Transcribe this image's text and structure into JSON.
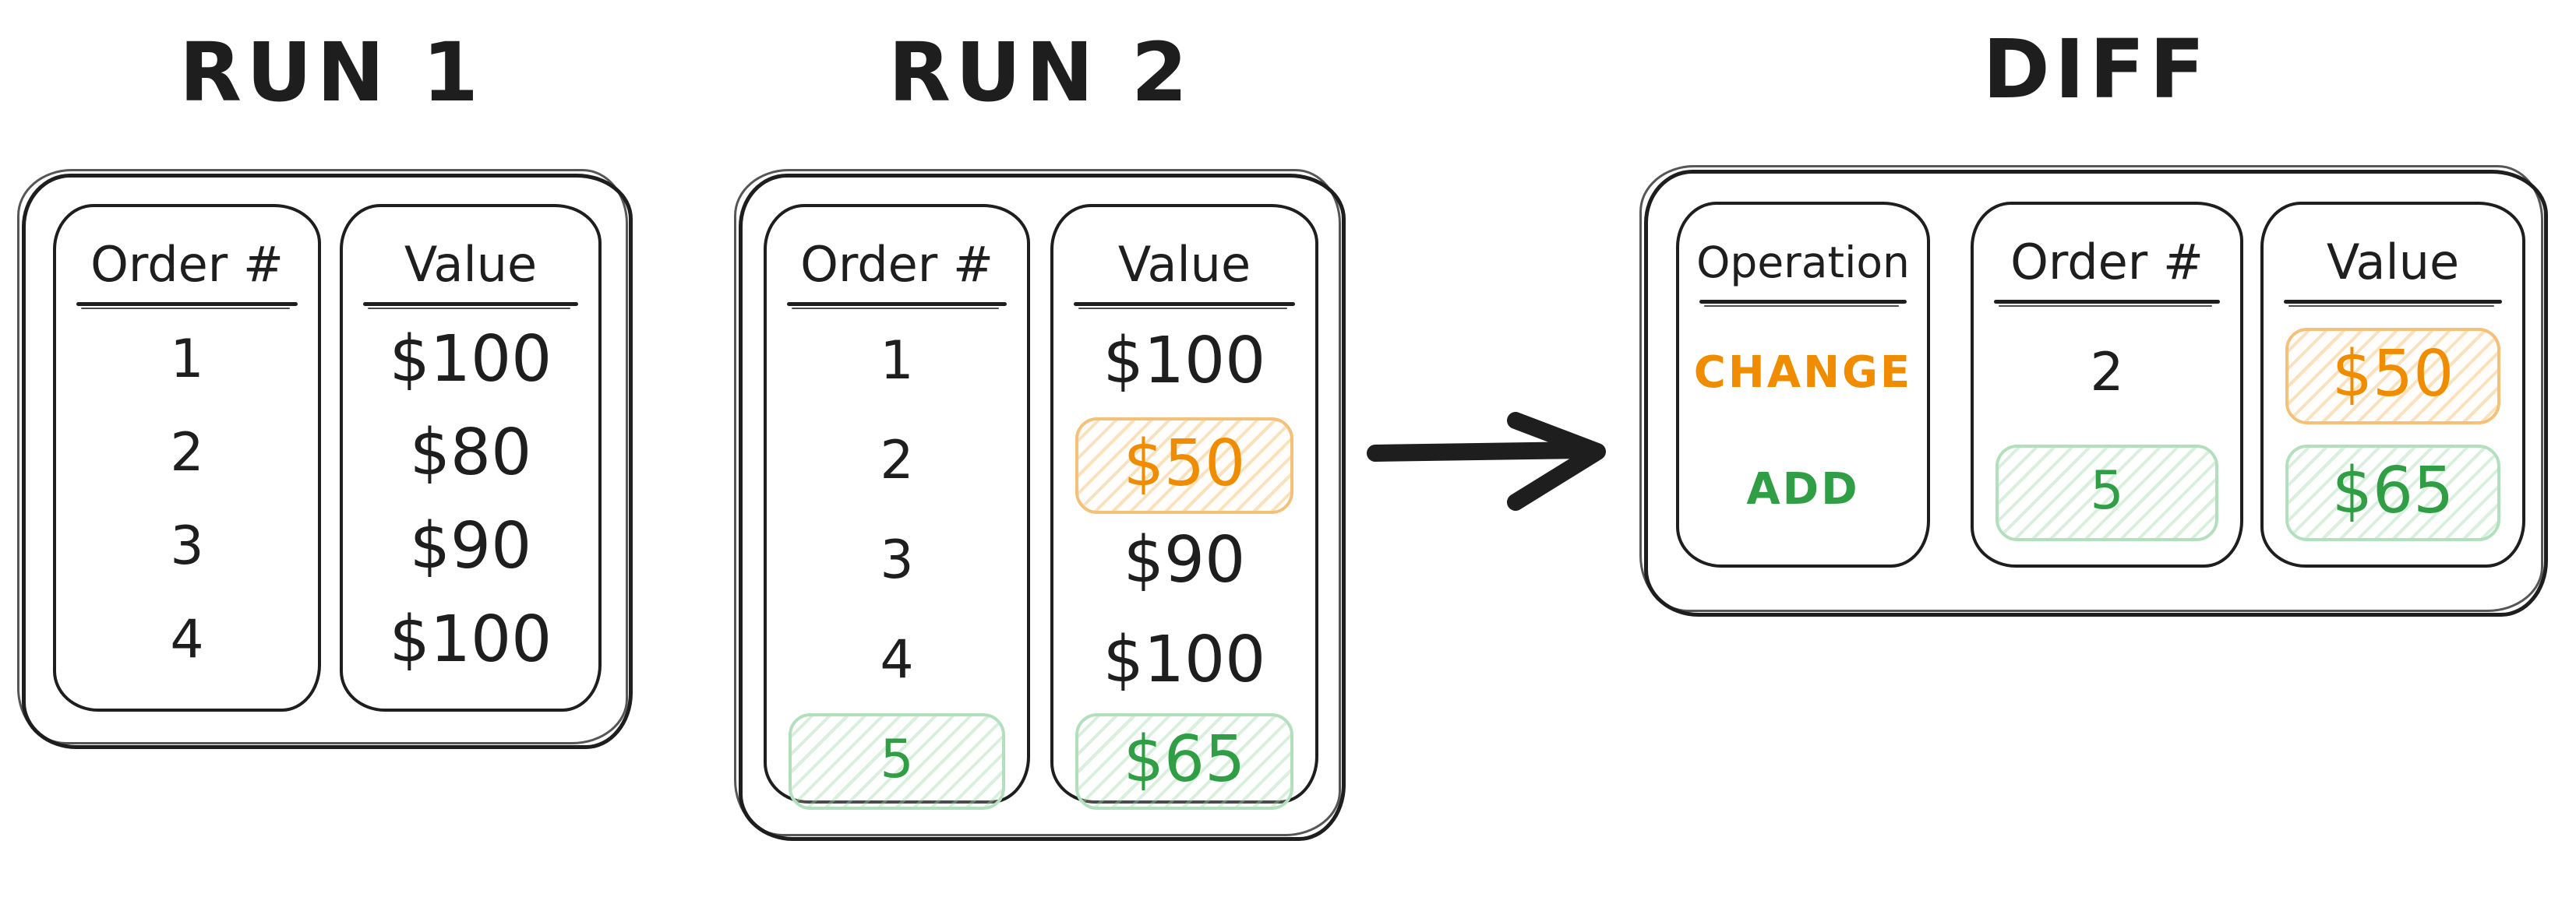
{
  "titles": {
    "run1": "RUN 1",
    "run2": "RUN 2",
    "diff": "DIFF"
  },
  "run1": {
    "title": "RUN 1",
    "headers": {
      "order": "Order #",
      "value": "Value"
    },
    "rows": [
      {
        "order": "1",
        "value": "$100",
        "highlight": null
      },
      {
        "order": "2",
        "value": "$80",
        "highlight": null
      },
      {
        "order": "3",
        "value": "$90",
        "highlight": null
      },
      {
        "order": "4",
        "value": "$100",
        "highlight": null
      }
    ]
  },
  "run2": {
    "title": "RUN 2",
    "headers": {
      "order": "Order #",
      "value": "Value"
    },
    "rows": [
      {
        "order": "1",
        "value": "$100",
        "highlight": null
      },
      {
        "order": "2",
        "value": "$50",
        "highlight": "orange-value"
      },
      {
        "order": "3",
        "value": "$90",
        "highlight": null
      },
      {
        "order": "4",
        "value": "$100",
        "highlight": null
      },
      {
        "order": "5",
        "value": "$65",
        "highlight": "green-row"
      }
    ]
  },
  "diff": {
    "title": "DIFF",
    "headers": {
      "operation": "Operation",
      "order": "Order #",
      "value": "Value"
    },
    "rows": [
      {
        "operation": "CHANGE",
        "order": "2",
        "value": "$50",
        "color": "orange"
      },
      {
        "operation": "ADD",
        "order": "5",
        "value": "$65",
        "color": "green"
      }
    ]
  },
  "colors": {
    "ink": "#1e1e1e",
    "orange": "#f08c00",
    "orange_light": "#f5c077",
    "green": "#2f9e44",
    "green_light": "#b3e0bc",
    "background": "#ffffff"
  }
}
